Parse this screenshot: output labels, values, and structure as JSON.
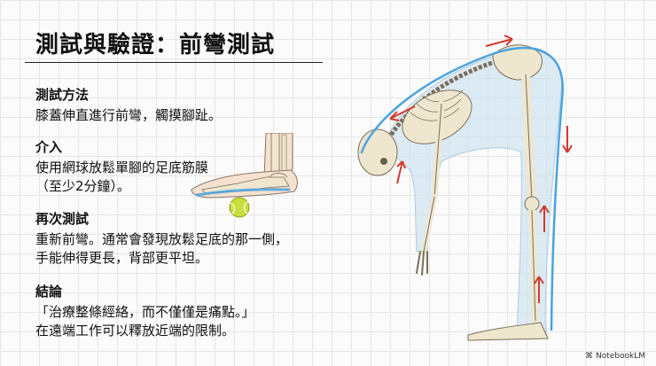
{
  "title": "測試與驗證：前彎測試",
  "sections": [
    {
      "heading": "測試方法",
      "body": "膝蓋伸直進行前彎，觸摸腳趾。"
    },
    {
      "heading": "介入",
      "body": "使用網球放鬆單腳的足底筋膜\n（至少2分鐘）。"
    },
    {
      "heading": "再次測試",
      "body": "重新前彎。通常會發現放鬆足底的那一側，\n手能伸得更長，背部更平坦。"
    },
    {
      "heading": "結論",
      "body": "「治療整條經絡，而不僅僅是痛點。」\n在遠端工作可以釋放近端的限制。"
    }
  ],
  "brand": {
    "name": "NotebookLM",
    "icon": "notebooklm-logo-icon"
  },
  "colors": {
    "fascia_line": "#4aa3df",
    "arrow": "#d43a2f",
    "ball": "#c8de3a",
    "bone": "#efe6cf"
  }
}
